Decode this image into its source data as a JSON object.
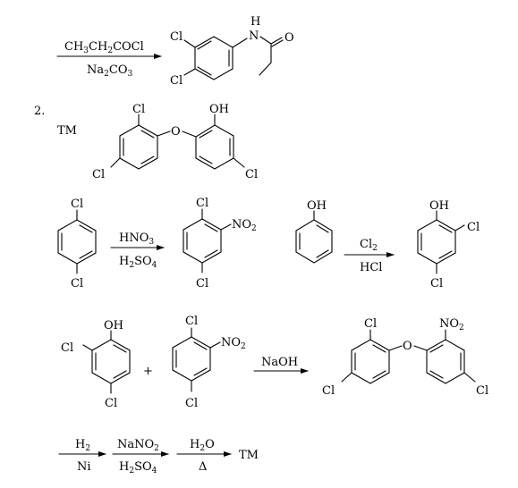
{
  "step1": {
    "reagent_top": [
      "CH",
      "3",
      "CH",
      "2",
      "COCl"
    ],
    "reagent_bottom": [
      "Na",
      "2",
      "CO",
      "3"
    ],
    "product_labels": {
      "cl_top": "Cl",
      "cl_bottom": "Cl",
      "nh": "H",
      "n": "N",
      "o": "O"
    }
  },
  "section2": {
    "number": "2.",
    "tm_label": "TM",
    "target_labels": {
      "cl_a": "Cl",
      "o_bridge": "O",
      "oh": "OH",
      "cl_b": "Cl",
      "cl_c": "Cl"
    }
  },
  "route_a": {
    "start_cl_top": "Cl",
    "start_cl_bottom": "Cl",
    "reagent_top": [
      "HNO",
      "3"
    ],
    "reagent_bottom": [
      "H",
      "2",
      "SO",
      "4"
    ],
    "product_cl_top": "Cl",
    "product_no2": [
      "NO",
      "2"
    ],
    "product_cl_bottom": "Cl"
  },
  "route_b": {
    "start_oh": "OH",
    "reagent_top": [
      "Cl",
      "2"
    ],
    "reagent_bottom": "HCl",
    "product_oh": "OH",
    "product_cl_ortho": "Cl",
    "product_cl_para": "Cl"
  },
  "coupling": {
    "phenol_oh": "OH",
    "phenol_cl_ortho": "Cl",
    "phenol_cl_para": "Cl",
    "plus": "+",
    "nitro_cl_top": "Cl",
    "nitro_no2": [
      "NO",
      "2"
    ],
    "nitro_cl_bottom": "Cl",
    "reagent": "NaOH",
    "ether_cl_a": "Cl",
    "ether_o": "O",
    "ether_no2": [
      "NO",
      "2"
    ],
    "ether_cl_b": "Cl",
    "ether_cl_c": "Cl"
  },
  "final_steps": {
    "s1_top": [
      "H",
      "2"
    ],
    "s1_bottom": "Ni",
    "s2_top": [
      "NaNO",
      "2"
    ],
    "s2_bottom": [
      "H",
      "2",
      "SO",
      "4"
    ],
    "s3_top": [
      "H",
      "2",
      "O"
    ],
    "s3_bottom": "Δ",
    "tm": "TM"
  },
  "icons": {
    "arrow": "reaction-arrow-icon",
    "ring": "benzene-ring-icon"
  },
  "colors": {
    "ink": "#000000",
    "background": "#ffffff"
  }
}
